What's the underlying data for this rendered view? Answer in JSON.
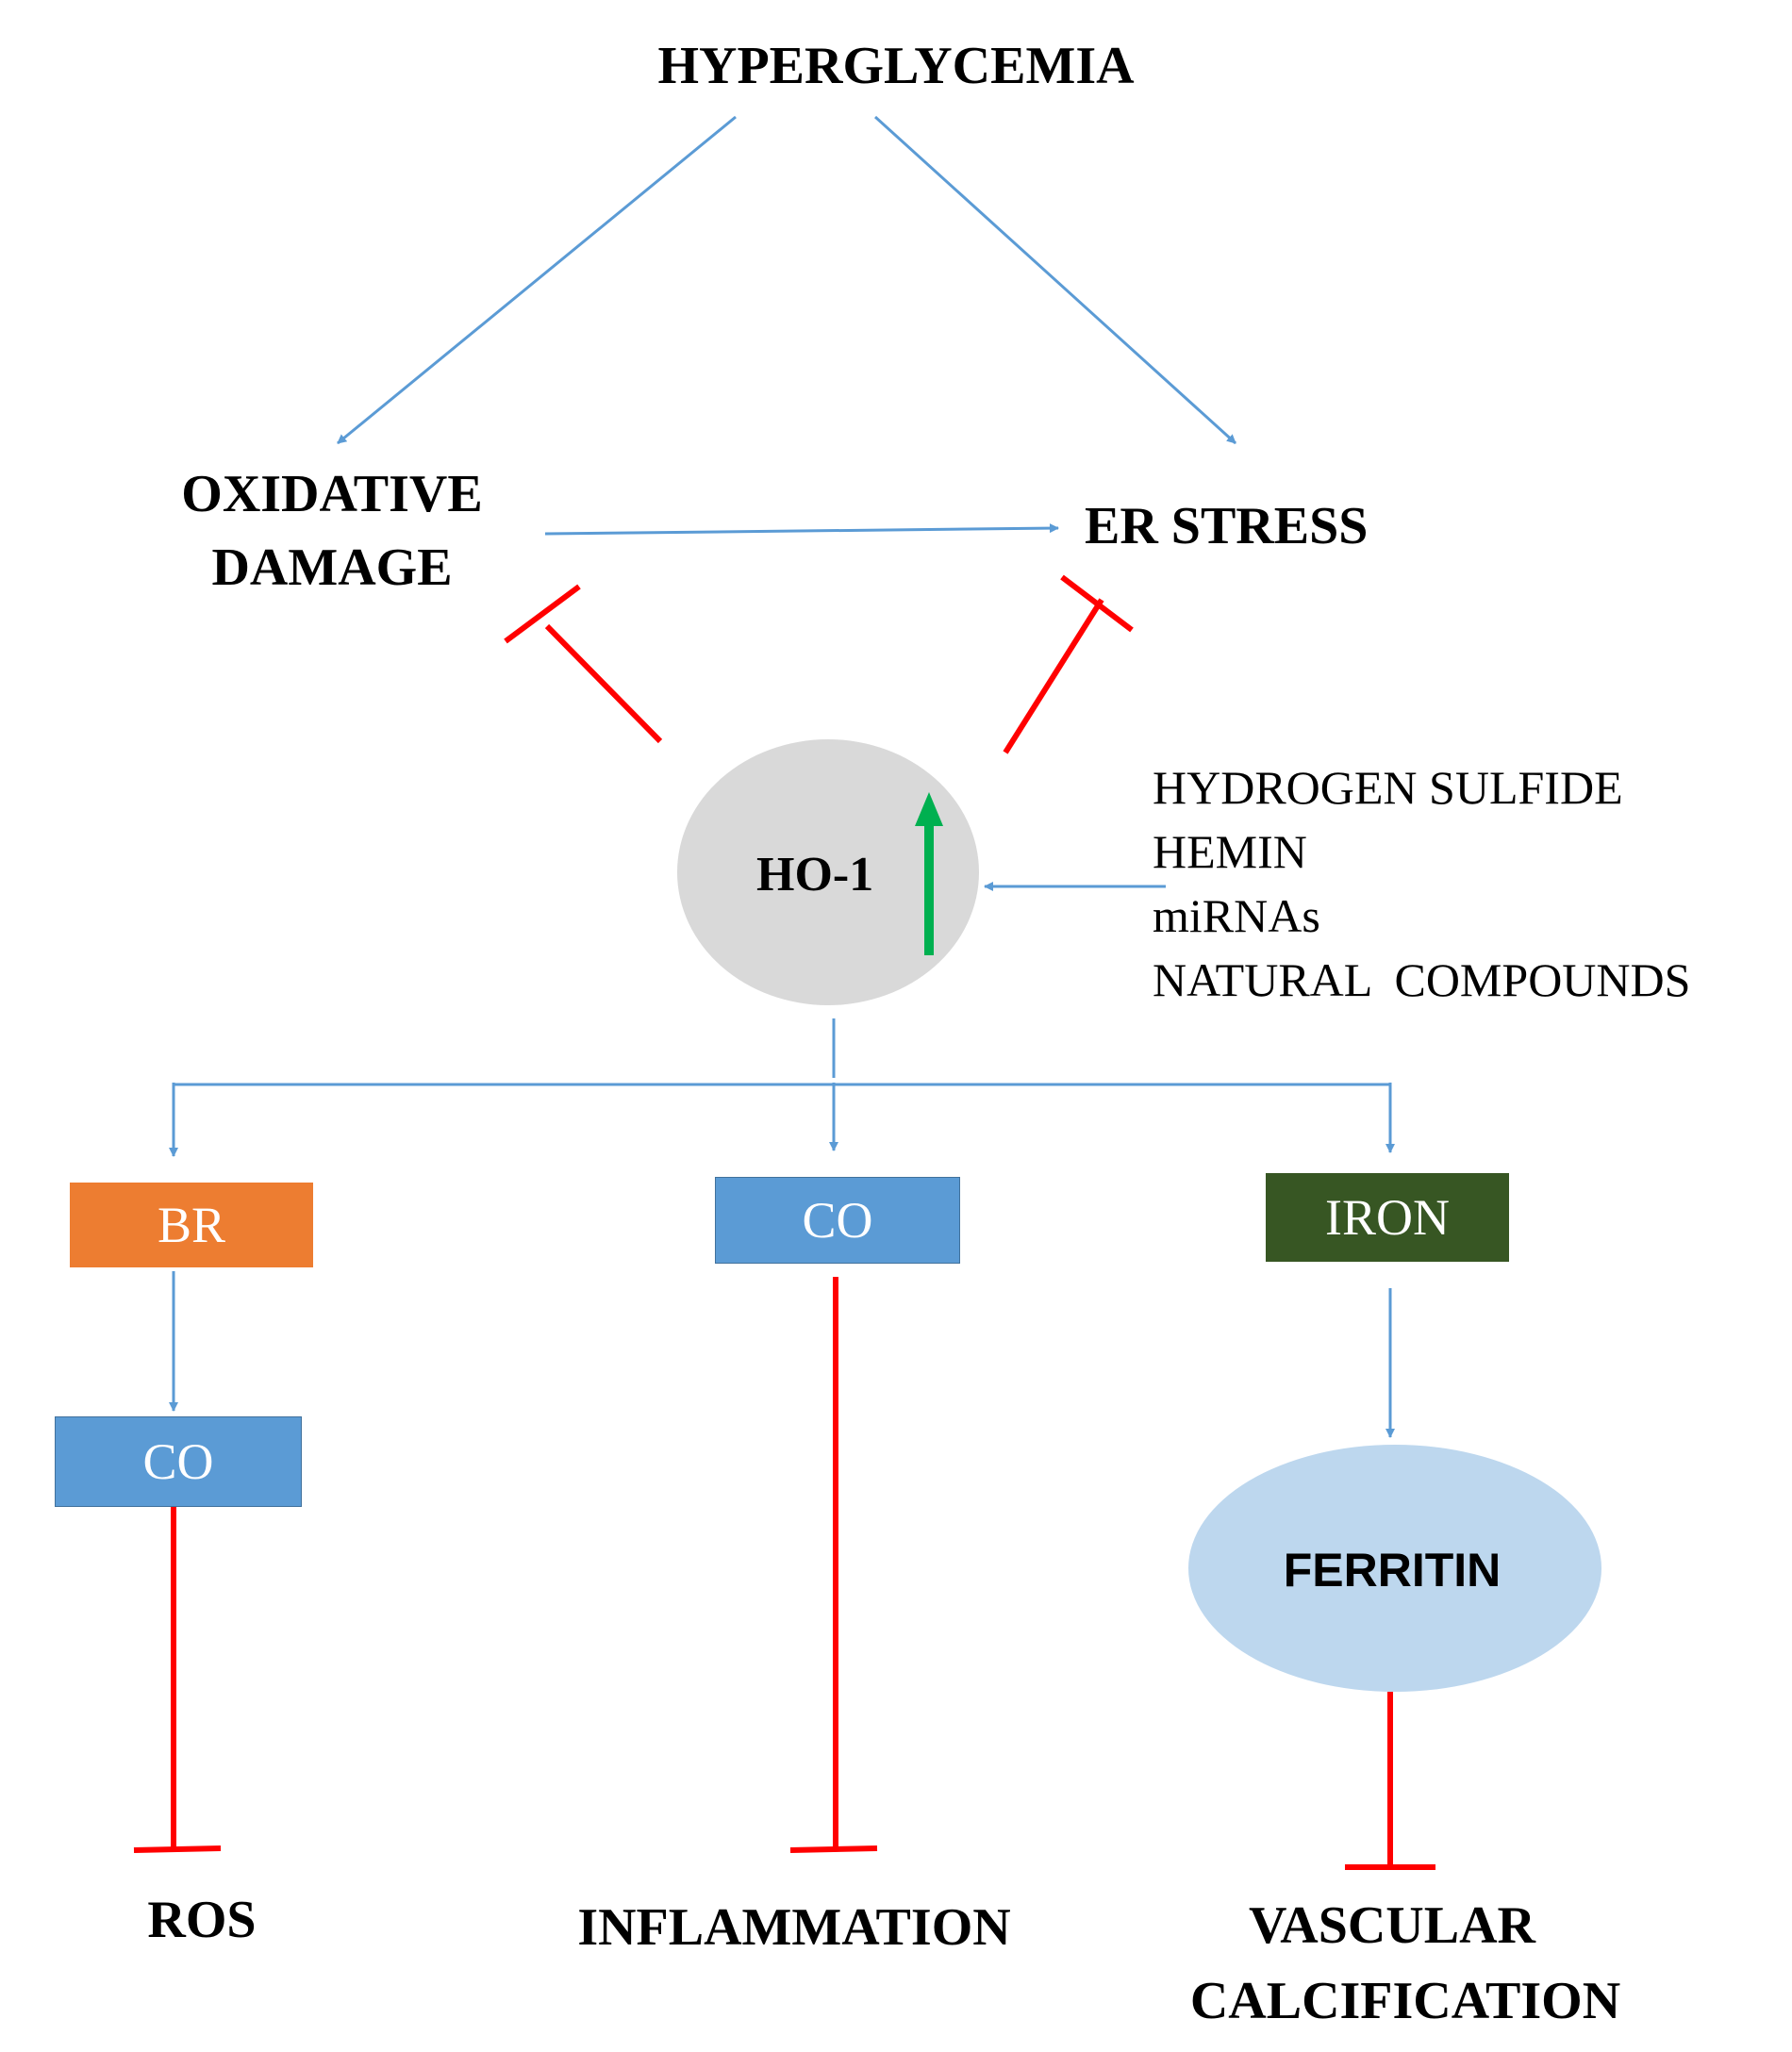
{
  "nodes": {
    "hyperglycemia": "HYPERGLYCEMIA",
    "oxidative_line1": "OXIDATIVE",
    "oxidative_line2": "DAMAGE",
    "er_stress": "ER STRESS",
    "ho1": "HO-1",
    "inducers": [
      "HYDROGEN SULFIDE",
      "HEMIN",
      "miRNAs",
      "NATURAL  COMPOUNDS"
    ],
    "br": "BR",
    "co_left": "CO",
    "co_middle": "CO",
    "iron": "IRON",
    "ferritin": "FERRITIN",
    "ros": "ROS",
    "inflammation": "INFLAMMATION",
    "vascular_line1": "VASCULAR",
    "vascular_line2": "CALCIFICATION"
  },
  "colors": {
    "arrow": "#5b9bd5",
    "inhibition": "#ff0000",
    "upregulation": "#00b050",
    "ho1_fill": "#d9d9d9",
    "br_fill": "#ed7d31",
    "co_fill": "#5b9bd5",
    "iron_fill": "#375623",
    "ferritin_fill": "#bdd7ee"
  }
}
